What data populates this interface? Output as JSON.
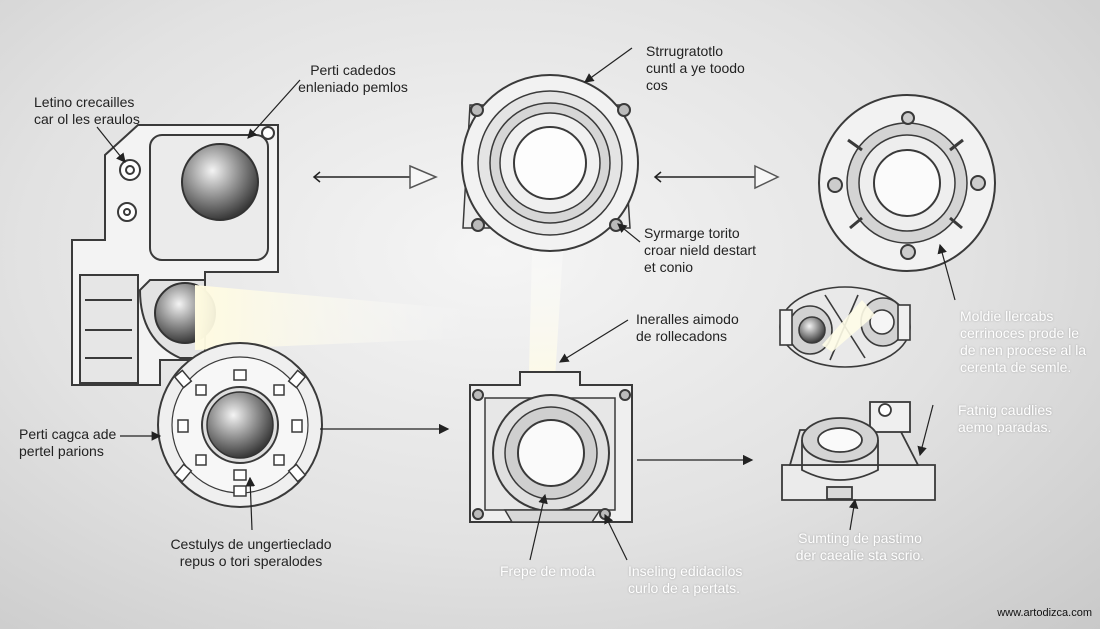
{
  "labels": {
    "left_top": "Letino crecailles\ncar ol les eraulos",
    "top_left_center": "Perti cadedos\nenleniado pemlos",
    "top_center": "Strrugratotlo\ncuntl a ye toodo\ncos",
    "center_right_mid": "Syrmarge torito\ncroar nield destart\net conio",
    "center_mid": "Ineralles aimodo\nde rollecadons",
    "right_mid": "Moldie llercabs\ncerrinoces prode le\nde nen procese al la\ncerenta de semle.",
    "left_mid": "Perti cagca ade\npertel parions",
    "right_lower": "Fatnig caudlies\naemo paradas.",
    "left_bottom": "Cestulys de ungertieclado\nrepus o tori speralodes",
    "bottom_center_left": "Frepe de moda",
    "bottom_center_right": "Inseling edidacilos\ncurlo de a pertats.",
    "right_bottom": "Sumting de pastimo\nder caealie sta scrio."
  },
  "watermark": "www.artodizca.com"
}
